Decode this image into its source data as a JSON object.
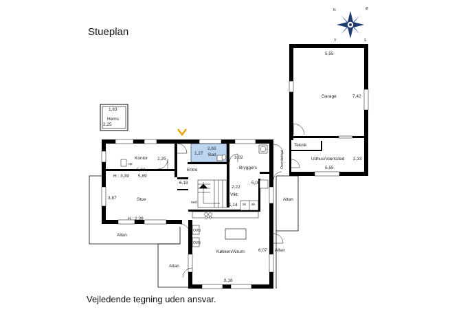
{
  "title": "Stueplan",
  "footnote": "Vejledende tegning uden ansvar.",
  "compass": {
    "n": "N",
    "o": "Ø",
    "s": "S",
    "v": "V"
  },
  "hems": {
    "label": "Hems",
    "w": "1,63",
    "h": "2,25"
  },
  "garage": {
    "label": "Garage",
    "w": "5,55",
    "h": "7,42"
  },
  "teknik": {
    "label": "Teknik"
  },
  "udhus": {
    "label": "Udhus/Værksted",
    "w": "5,55",
    "h": "2,33"
  },
  "overdaekket": {
    "label": "Overdækket"
  },
  "kontor": {
    "label": "Kontor",
    "w": "5,03",
    "h": "2,25",
    "op": "op"
  },
  "bad": {
    "label": "Bad",
    "w": "2,63",
    "h": "1,27"
  },
  "entre": {
    "label": "Entré"
  },
  "bryggers": {
    "label": "Bryggers",
    "w": "3,02",
    "h": "5,06"
  },
  "stue": {
    "label": "Stue",
    "w": "5,89",
    "h": "3,87",
    "ceil1": "H : 3,39",
    "ceil2": "H : 2,38"
  },
  "hall": {
    "w": "6,18"
  },
  "stair": {
    "label": "ned"
  },
  "vikt": {
    "label": "Vikt.",
    "w": "2,22",
    "h": "1,14"
  },
  "sk": [
    "sk",
    "sk"
  ],
  "kokken": {
    "label": "Køkken/Alrum",
    "w": "6,18",
    "h": "6,07"
  },
  "ovn": [
    "OVN",
    "OVN"
  ],
  "altan": [
    "Altan",
    "Altan",
    "Altan",
    "Altan"
  ]
}
